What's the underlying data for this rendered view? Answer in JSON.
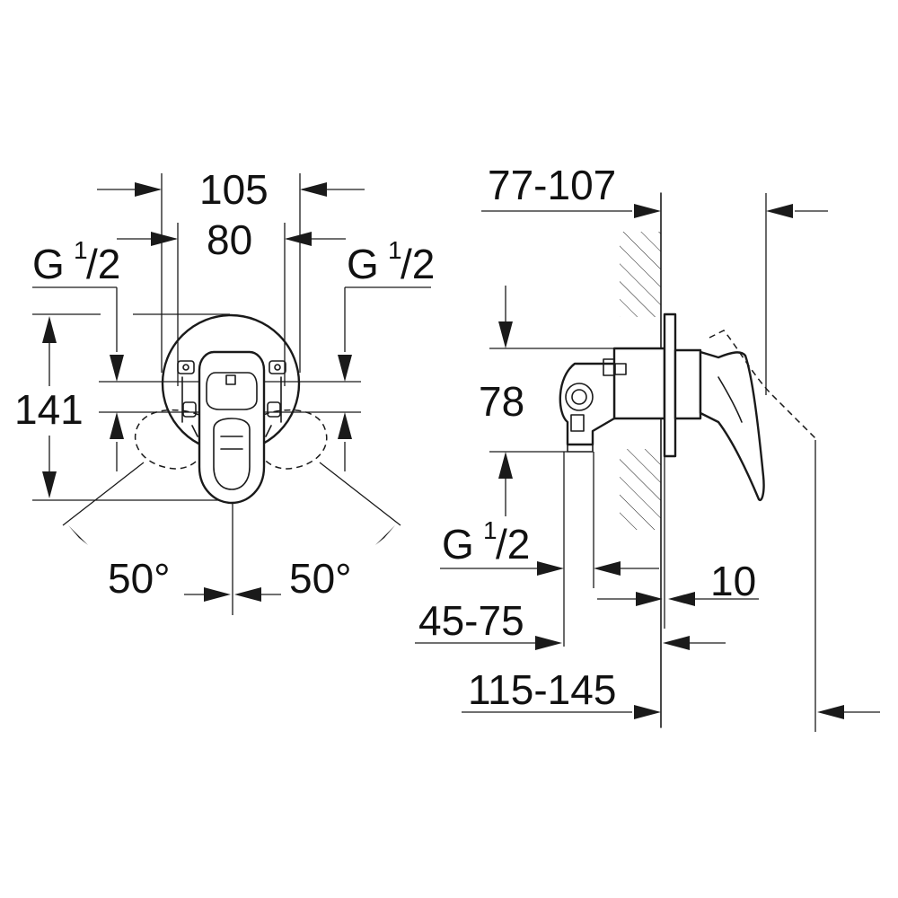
{
  "colors": {
    "ink": "#1a1a1a",
    "background": "#ffffff"
  },
  "front_view": {
    "width_outer": "105",
    "width_inner": "80",
    "thread_left": {
      "main": "G",
      "sup": "1",
      "sub": "/2"
    },
    "thread_right": {
      "main": "G",
      "sup": "1",
      "sub": "/2"
    },
    "height": "141",
    "angle_left": "50°",
    "angle_right": "50°"
  },
  "side_view": {
    "depth_range": "77-107",
    "body_height": "78",
    "thread": {
      "main": "G",
      "sup": "1",
      "sub": "/2"
    },
    "rosette_thickness": "10",
    "inlet_range": "45-75",
    "total_range": "115-145"
  }
}
